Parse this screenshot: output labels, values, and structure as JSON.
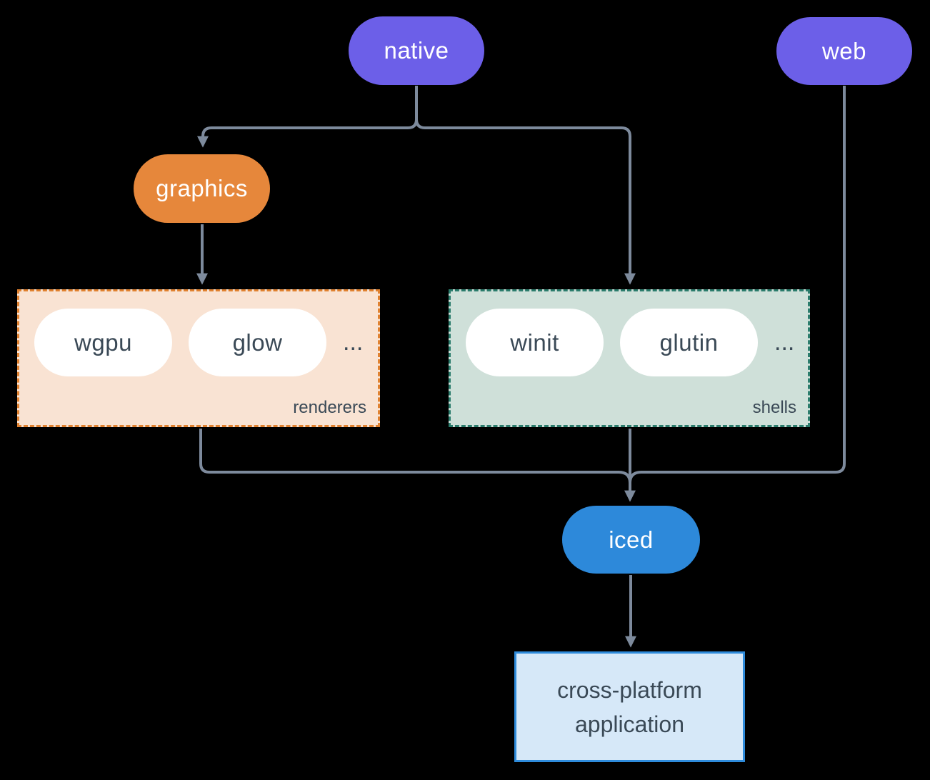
{
  "diagram": {
    "nodes": {
      "native": {
        "label": "native"
      },
      "web": {
        "label": "web"
      },
      "graphics": {
        "label": "graphics"
      },
      "iced": {
        "label": "iced"
      },
      "application": {
        "line1": "cross-platform",
        "line2": "application"
      }
    },
    "groups": {
      "renderers": {
        "label": "renderers",
        "items": [
          "wgpu",
          "glow"
        ],
        "ellipsis": "..."
      },
      "shells": {
        "label": "shells",
        "items": [
          "winit",
          "glutin"
        ],
        "ellipsis": "..."
      }
    },
    "colors": {
      "background": "#000000",
      "purple": "#6c5fe8",
      "orange": "#e6873b",
      "blue": "#2d89da",
      "connector": "#7d8a9c",
      "pill_text": "#ffffff",
      "dark_text": "#3a4956",
      "renderers_fill": "#f9e3d3",
      "renderers_border": "#e0812f",
      "shells_fill": "#cfe0d9",
      "shells_border": "#2b7c6c",
      "app_fill": "#d6e8f8",
      "app_border": "#2e8bdb"
    }
  }
}
